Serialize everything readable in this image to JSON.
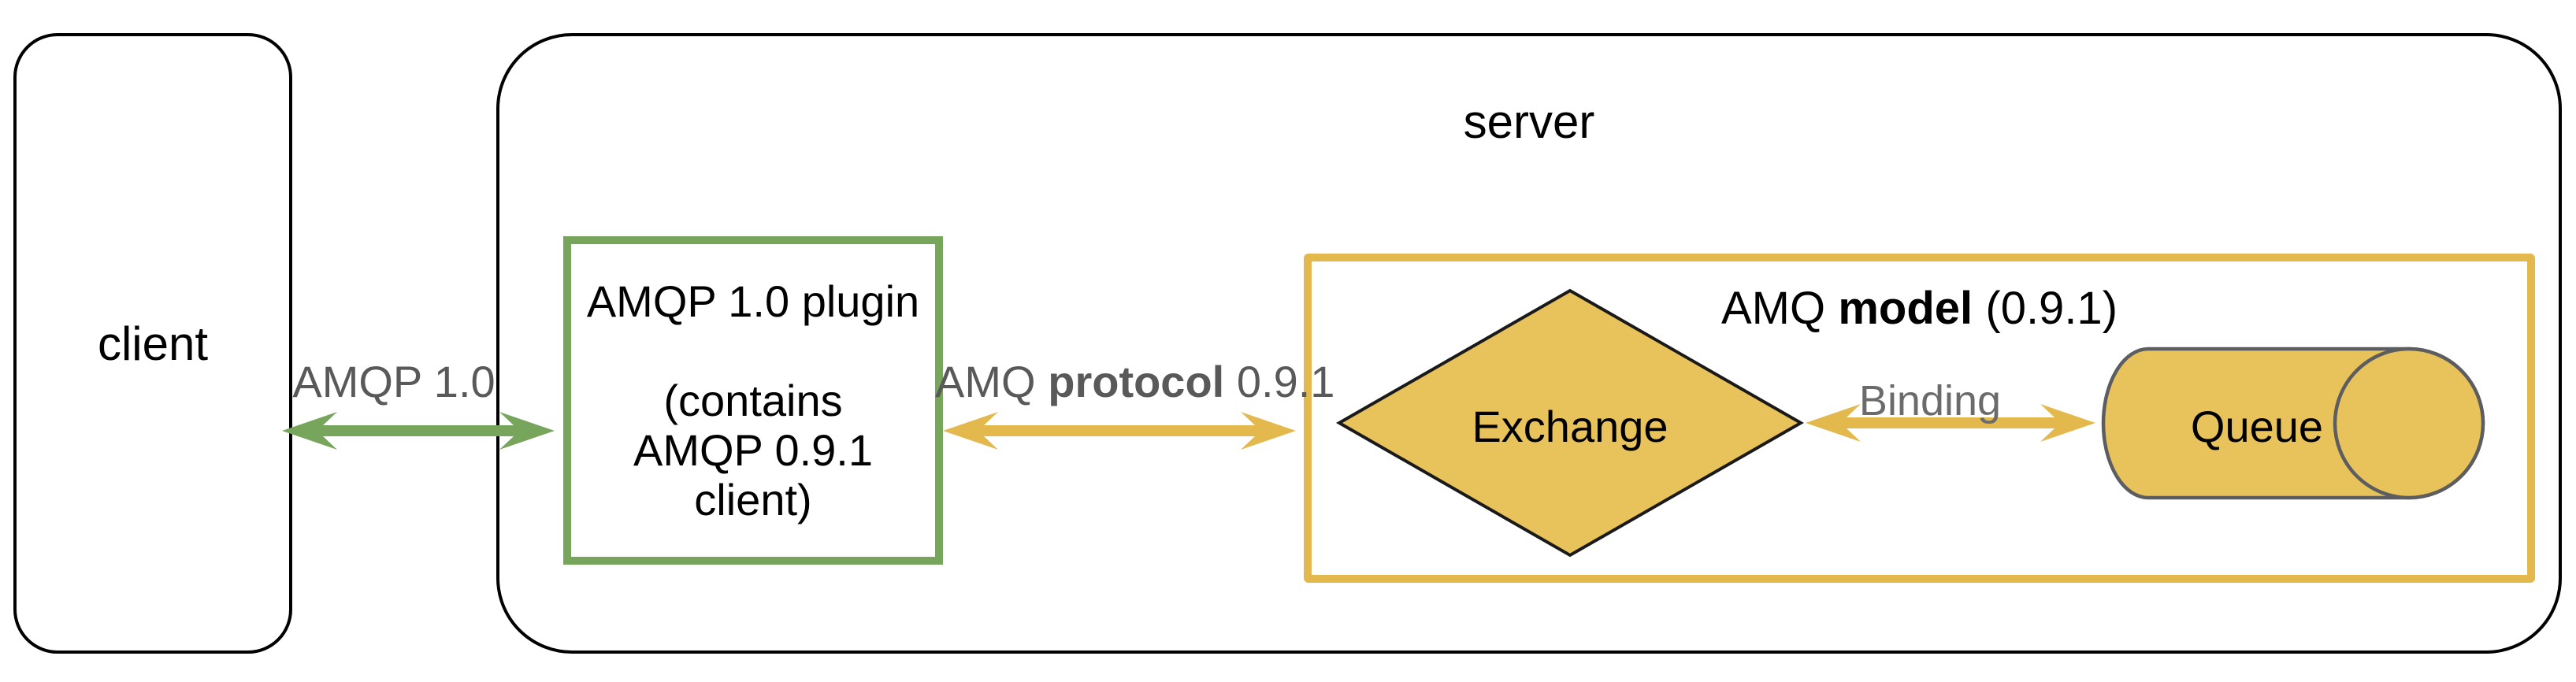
{
  "nodes": {
    "client": {
      "label": "client"
    },
    "server": {
      "label": "server"
    },
    "plugin": {
      "lines": [
        "AMQP 1.0 plugin",
        "",
        "(contains",
        "AMQP 0.9.1",
        "client)"
      ]
    },
    "model": {
      "label_prefix": "AMQ",
      "label_bold": "model",
      "label_suffix": "(0.9.1)"
    },
    "exchange": {
      "label": "Exchange"
    },
    "queue": {
      "label": "Queue"
    }
  },
  "edges": {
    "amqp10": {
      "label": "AMQP 1.0"
    },
    "protocol": {
      "prefix": "AMQ",
      "bold": "protocol",
      "suffix": "0.9.1"
    },
    "binding": {
      "label": "Binding"
    }
  },
  "colors": {
    "green_accent": "#77A55B",
    "gold_accent": "#E3B94E",
    "gold_fill": "#E8C25B",
    "cylinder_stroke": "#5C5D60",
    "diamond_stroke": "#1A1A1A",
    "box_border": "#000000",
    "label_gray": "#595959",
    "binding_gray": "#6B6B6B"
  }
}
